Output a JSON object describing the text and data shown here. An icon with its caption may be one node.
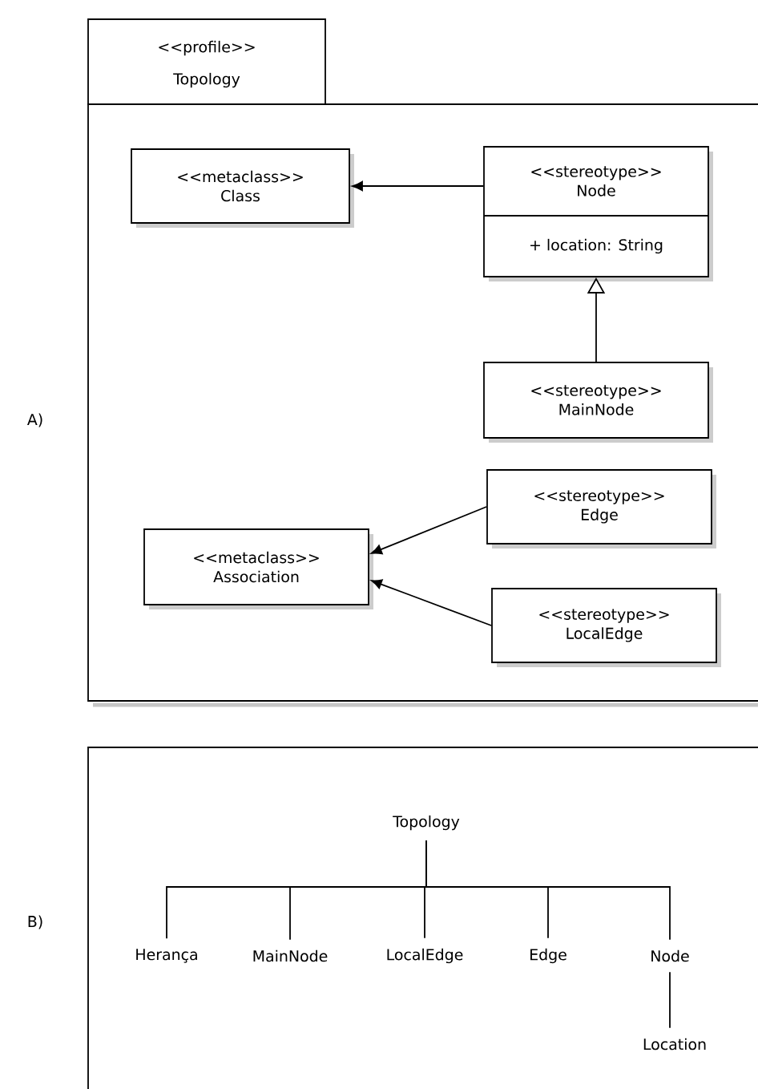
{
  "diagram": {
    "nodes": [
      {
        "text": [
          "<<profile>>",
          "Topology"
        ]
      },
      {
        "text": [
          "<<metaclass>> Class"
        ],
        "in": 0
      },
      {
        "text": [
          "<<stereotype>> Node",
          "+ location: String"
        ],
        "in": 0
      },
      {
        "text": [
          "<<stereotype>> MainNode"
        ],
        "in": 0
      },
      {
        "text": [
          "<<stereotype>> Edge"
        ],
        "in": 0
      },
      {
        "text": [
          "<<metaclass>> Association"
        ],
        "in": 0
      },
      {
        "text": [
          "<<stereotype>> LocalEdge"
        ],
        "in": 0
      },
      {
        "text": [],
        "shape": "box"
      },
      {
        "text": [
          "Topology"
        ],
        "in": 7
      },
      {
        "text": [
          "Herança"
        ],
        "in": 7
      },
      {
        "text": [
          "MainNode"
        ],
        "in": 7
      },
      {
        "text": [
          "LocalEdge"
        ],
        "in": 7
      },
      {
        "text": [
          "Edge"
        ],
        "in": 7
      },
      {
        "text": [
          "Node"
        ],
        "in": 7
      },
      {
        "text": [
          "Location"
        ],
        "in": 7
      }
    ],
    "edges": [
      {
        "from": 2,
        "to": 1,
        "arrow": "to"
      },
      {
        "from": 3,
        "to": 2,
        "arrow": "to"
      },
      {
        "from": 4,
        "to": 5,
        "arrow": "to"
      },
      {
        "from": 6,
        "to": 5,
        "arrow": "to"
      },
      {
        "from": 8,
        "to": 9,
        "arrow": "none"
      },
      {
        "from": 8,
        "to": 10,
        "arrow": "none"
      },
      {
        "from": 8,
        "to": 11,
        "arrow": "none"
      },
      {
        "from": 8,
        "to": 12,
        "arrow": "none"
      },
      {
        "from": 8,
        "to": 13,
        "arrow": "none"
      },
      {
        "from": 13,
        "to": 14,
        "arrow": "none"
      }
    ],
    "labels": [
      "A)",
      "B)"
    ]
  }
}
